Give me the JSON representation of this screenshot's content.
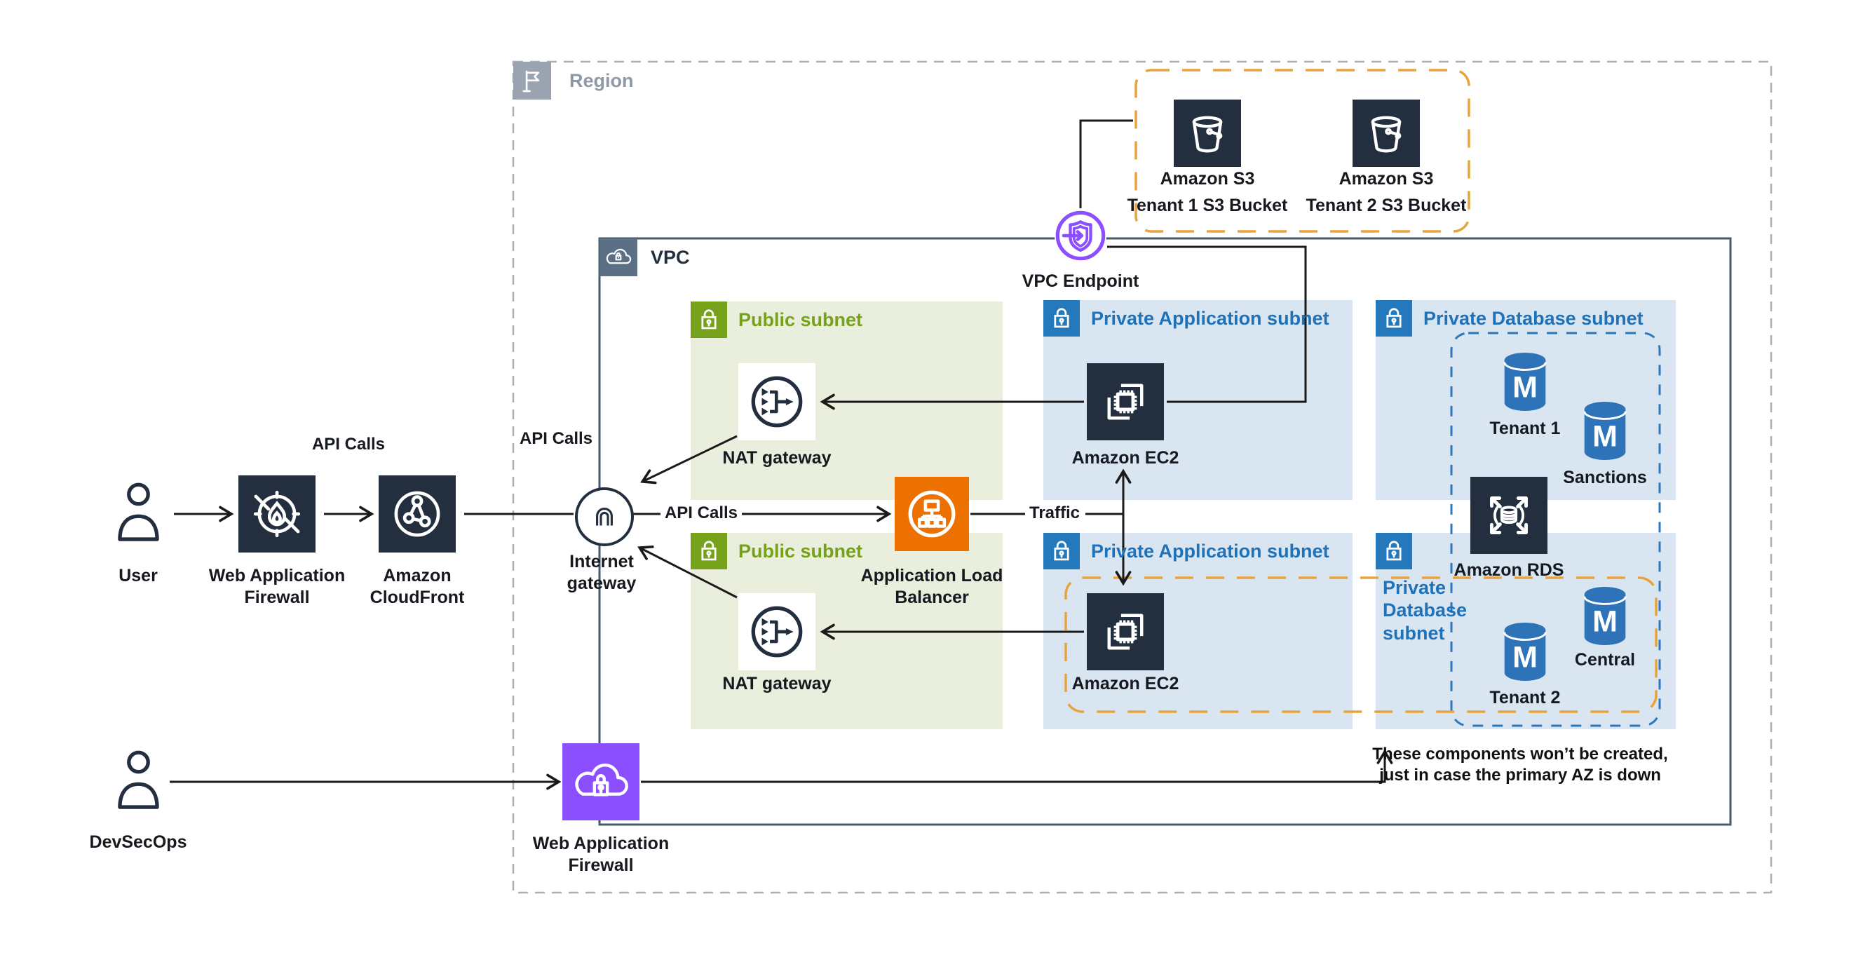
{
  "region": {
    "label": "Region"
  },
  "vpc": {
    "label": "VPC"
  },
  "subnets": {
    "public1": {
      "label": "Public subnet"
    },
    "public2": {
      "label": "Public subnet"
    },
    "privApp1": {
      "label": "Private Application subnet"
    },
    "privApp2": {
      "label": "Private Application subnet"
    },
    "privDb1": {
      "label": "Private Database subnet"
    },
    "privDb2": {
      "label": "Private Database subnet"
    }
  },
  "nodes": {
    "user": {
      "label": "User"
    },
    "wafEdge": {
      "label": "Web Application Firewall"
    },
    "cloudfront": {
      "label": "Amazon CloudFront"
    },
    "igw": {
      "label": "Internet gateway"
    },
    "alb": {
      "label": "Application Load Balancer"
    },
    "nat1": {
      "label": "NAT gateway"
    },
    "nat2": {
      "label": "NAT gateway"
    },
    "ec2a": {
      "label": "Amazon EC2"
    },
    "ec2b": {
      "label": "Amazon EC2"
    },
    "vpce": {
      "label": "VPC Endpoint"
    },
    "s3a": {
      "label": "Amazon S3",
      "sublabel": "Tenant 1 S3 Bucket"
    },
    "s3b": {
      "label": "Amazon S3",
      "sublabel": "Tenant 2 S3 Bucket"
    },
    "rds": {
      "label": "Amazon RDS"
    },
    "dbTenant1": {
      "label": "Tenant 1",
      "letter": "M"
    },
    "dbSanctions": {
      "label": "Sanctions",
      "letter": "M"
    },
    "dbCentral": {
      "label": "Central",
      "letter": "M"
    },
    "dbTenant2": {
      "label": "Tenant 2",
      "letter": "M"
    },
    "devsecops": {
      "label": "DevSecOps"
    },
    "wafBottom": {
      "label": "Web Application Firewall"
    }
  },
  "edges": {
    "apiCalls1": "API Calls",
    "apiCalls2": "API Calls",
    "apiCalls3": "API Calls",
    "traffic": "Traffic"
  },
  "annotation": {
    "line1": "These components won’t be created,",
    "line2": "just in case the primary AZ is down"
  },
  "colors": {
    "dark_icon": "#232f3e",
    "alb_orange": "#ed7100",
    "purple": "#8c4fff",
    "subnet_green": "#76a21b",
    "subnet_blue": "#2478bc",
    "public_bg": "#eaeedc",
    "private_bg": "#d9e6f2",
    "db_cylinder_blue": "#2e73b8",
    "dashed_orange": "#e8a33d",
    "dashed_blue": "#2b77be",
    "region_grey": "#aab0b8",
    "vpc_border": "#465a6c",
    "line_black": "#1a1a1a"
  }
}
